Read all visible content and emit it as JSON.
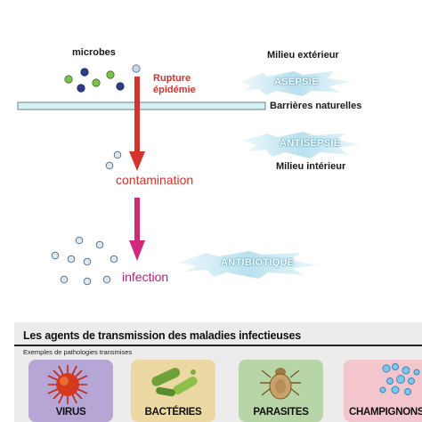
{
  "diagram": {
    "microbes_label": "microbes",
    "rupture_label_line1": "Rupture",
    "rupture_label_line2": "épidémie",
    "milieu_exterieur": "Milieu extérieur",
    "barrieres_naturelles": "Barrières naturelles",
    "milieu_interieur": "Milieu intérieur",
    "contamination": "contamination",
    "infection": "infection",
    "asepsie": "ASEPSIE",
    "antisepsie": "ANTISEPSIE",
    "antibiotique": "ANTIBIOTIQUE",
    "colors": {
      "barrier_fill": "#d9eef0",
      "barrier_stroke": "#5a8a92",
      "red_arrow": "#d4322c",
      "magenta_arrow": "#d12a7a",
      "burst_fill": "#c9e8f2",
      "burst_text": "#ffffff",
      "microbe_green": "#7cc24a",
      "microbe_navy": "#2a3e8a",
      "microbe_light": "#c8d8e8"
    }
  },
  "agents": {
    "title": "Les agents de transmission des maladies infectieuses",
    "subtitle": "Exemples de pathologies transmises",
    "cards": [
      {
        "label": "VIRUS",
        "color": "#b6a6d6",
        "icon": "virus-icon"
      },
      {
        "label": "BACTÉRIES",
        "color": "#ecd8a2",
        "icon": "bacteria-icon"
      },
      {
        "label": "PARASITES",
        "color": "#b8d5a8",
        "icon": "parasite-icon"
      },
      {
        "label": "CHAMPIGNONS",
        "color": "#f2c6cc",
        "icon": "fungus-icon"
      }
    ]
  }
}
